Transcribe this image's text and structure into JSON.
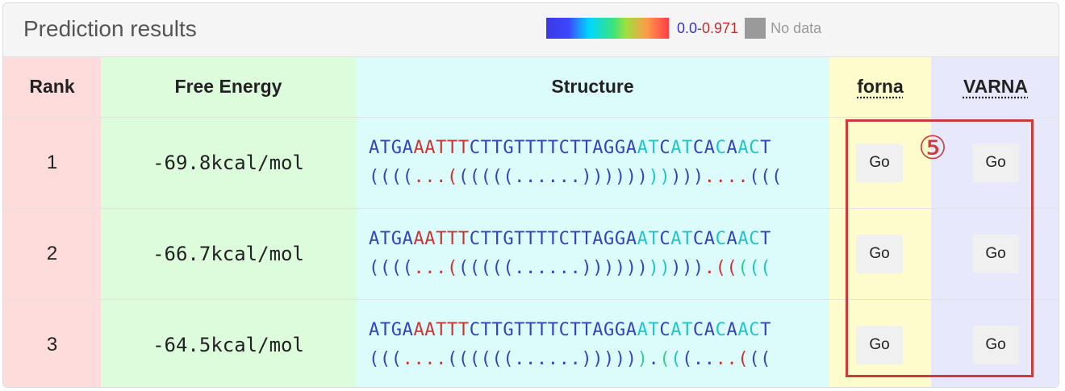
{
  "panel": {
    "title": "Prediction results",
    "legend": {
      "range_low": "0.0",
      "range_dash": "-",
      "range_high": "0.971",
      "no_data": "No data",
      "gradient_colors": [
        "#3a3ae0",
        "#3c46ff",
        "#00d7ff",
        "#3ce37a",
        "#a0e03c",
        "#ff9a4a",
        "#ff3c46"
      ],
      "no_data_color": "#9a9a9a"
    }
  },
  "table": {
    "headers": {
      "rank": "Rank",
      "energy": "Free Energy",
      "structure": "Structure",
      "forna": "forna",
      "varna": "VARNA"
    },
    "go_label": "Go",
    "rows": [
      {
        "rank": "1",
        "energy": "-69.8kcal/mol",
        "sequence": "ATGAAATTTCTTGTTTTCTTAGGAATCATCACAACT",
        "structure": "((((...((((((......)))))))))))....(((",
        "seq_colors": "bbbbrrrrrbbbbbbbbbbbbbbbccbccbbcbccb",
        "struct_colors": "bbbbrrrrbbbbbbbbbbbbbbbbbccbbbrrrrbb"
      },
      {
        "rank": "2",
        "energy": "-66.7kcal/mol",
        "sequence": "ATGAAATTTCTTGTTTTCTTAGGAATCATCACAACT",
        "structure": "((((...((((((......))))))))))).(((((",
        "seq_colors": "bbbbrrrrrbbbbbbbbbbbbbbbccbccbbcbccb",
        "struct_colors": "bbbbrrrrbbbbbbbbbbbbbbbbbccbbbrrrgcc"
      },
      {
        "rank": "3",
        "energy": "-64.5kcal/mol",
        "sequence": "ATGAAATTTCTTGTTTTCTTAGGAATCATCACAACT",
        "structure": "(((....((((((......)))))).(((....(((",
        "seq_colors": "bbbbrrrrrbbbbbbbbbbbbbbbccbccbbcbccb",
        "struct_colors": "bbbrrrrbbbbbbbbbbbbbbbbbgbgcbbbrrrbb"
      }
    ]
  },
  "annotation": {
    "marker": "⑤",
    "color": "#cc3b3b"
  },
  "seq_palette": {
    "b": "#3344bb",
    "r": "#cc3333",
    "c": "#22c4c4",
    "g": "#2fd08a"
  }
}
